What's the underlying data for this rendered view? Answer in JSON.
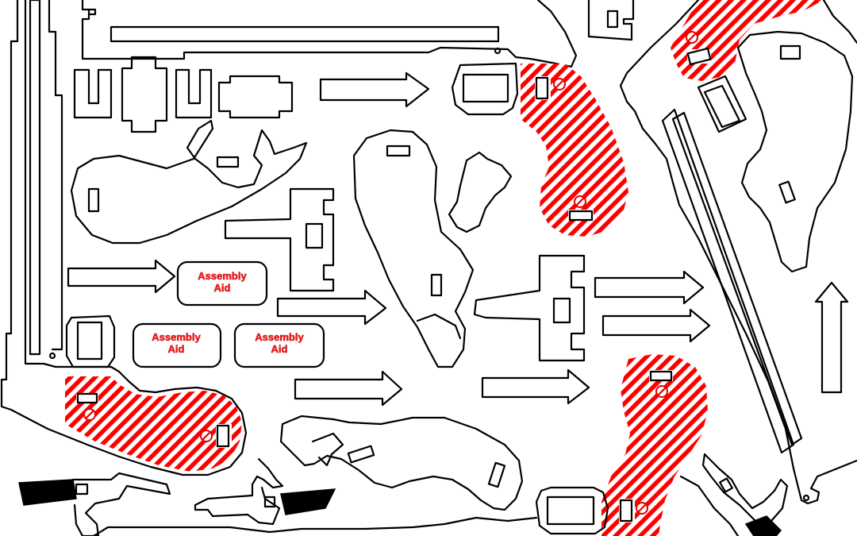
{
  "sheet": {
    "background_color": "#ffffff",
    "cut_line_color": "#000000",
    "hatch_color": "#ff0000",
    "label_color": "#ff1a1a"
  },
  "assembly_aids": [
    {
      "line1": "Assembly",
      "line2": "Aid"
    },
    {
      "line1": "Assembly",
      "line2": "Aid"
    },
    {
      "line1": "Assembly",
      "line2": "Aid"
    }
  ],
  "icons": {
    "no_glue_marker": "prohibition-circle-icon",
    "arrow_part": "arrow-shape-icon"
  }
}
